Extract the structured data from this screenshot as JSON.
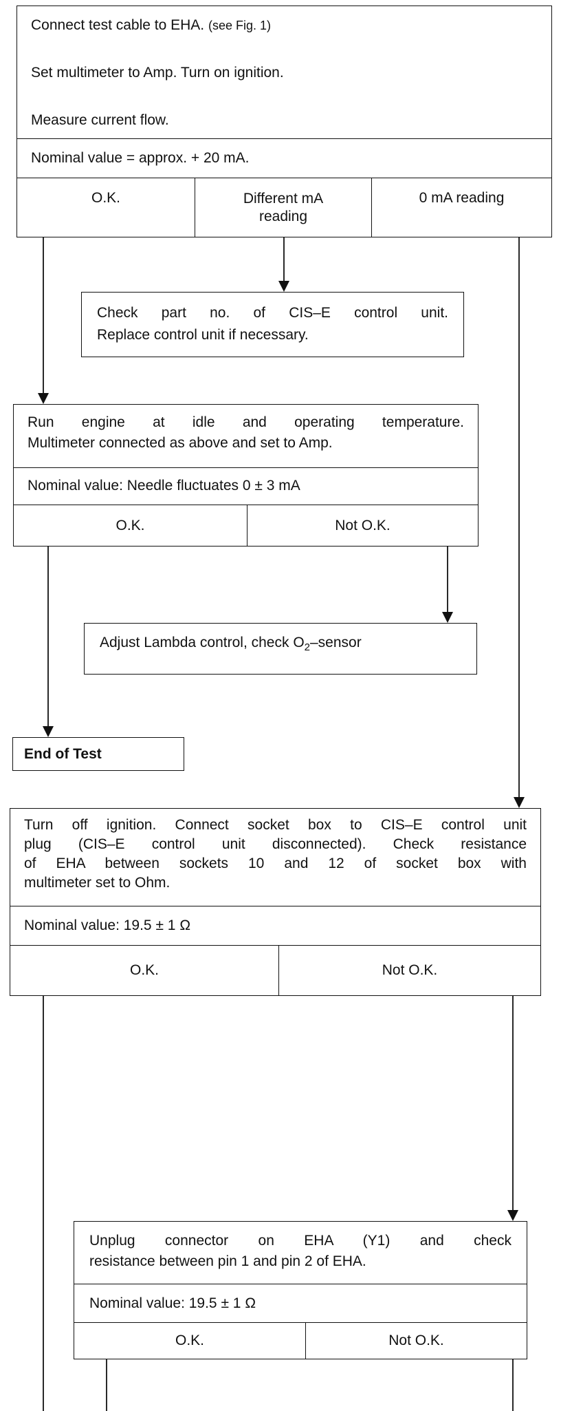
{
  "box1": {
    "line1": "Connect test cable to EHA.",
    "line1_ref": "(see Fig. 1)",
    "line2": "Set multimeter to Amp.  Turn on ignition.",
    "line3": "Measure current flow.",
    "nominal": "Nominal value  =  approx.  + 20 mA.",
    "opt1": "O.K.",
    "opt2": "Different mA reading",
    "opt3": "0 mA reading"
  },
  "box2": {
    "line1": "Check part no. of CIS–E control unit.",
    "line2": "Replace control unit if necessary."
  },
  "box3": {
    "line1": "Run engine at idle and operating temperature.",
    "line2": "Multimeter connected as above and set to Amp.",
    "nominal": "Nominal value:  Needle fluctuates 0 ± 3 mA",
    "opt1": "O.K.",
    "opt2": "Not O.K."
  },
  "box4": {
    "text_pre": "Adjust Lambda control, check O",
    "text_sub": "2",
    "text_post": "–sensor"
  },
  "box5": {
    "text": "End of Test"
  },
  "box6": {
    "line1": "Turn off ignition. Connect socket box to CIS–E control unit",
    "line2": "plug (CIS–E control unit disconnected). Check resistance",
    "line3": "of EHA between sockets 10 and 12 of socket box with",
    "line4": "multimeter set to Ohm.",
    "nominal": "Nominal value:  19.5 ± 1  Ω",
    "opt1": "O.K.",
    "opt2": "Not O.K."
  },
  "box7": {
    "line1": "Unplug connector on EHA (Y1) and check",
    "line2": "resistance between pin 1 and pin 2 of EHA.",
    "nominal": "Nominal value:  19.5  ± 1 Ω",
    "opt1": "O.K.",
    "opt2": "Not O.K."
  }
}
